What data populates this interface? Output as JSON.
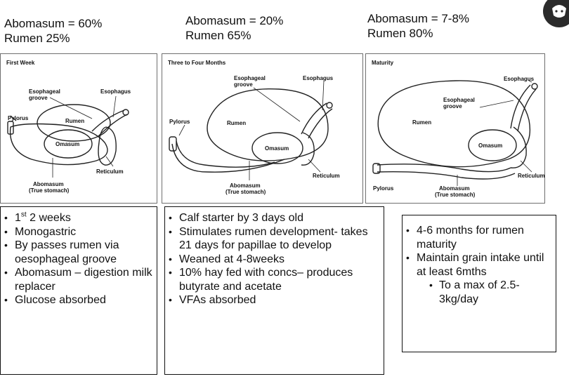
{
  "stage1": {
    "header_line1": "Abomasum = 60%",
    "header_line2": "Rumen 25%",
    "panel_title": "First Week",
    "labels": {
      "esophageal_groove": [
        "Esophageal",
        "groove"
      ],
      "esophagus": "Esophagus",
      "pylorus": "Pylorus",
      "rumen": "Rumen",
      "omasum": "Omasum",
      "reticulum": "Reticulum",
      "abomasum": [
        "Abomasum",
        "(True stomach)"
      ]
    },
    "bullets": [
      {
        "text": "1",
        "sup": "st",
        "rest": " 2 weeks"
      },
      {
        "text": "Monogastric"
      },
      {
        "text": "By passes rumen via oesophageal groove"
      },
      {
        "text": "Abomasum – digestion milk replacer"
      },
      {
        "text": "Glucose absorbed"
      }
    ]
  },
  "stage2": {
    "header_line1": "Abomasum = 20%",
    "header_line2": "Rumen 65%",
    "panel_title": "Three to Four Months",
    "labels": {
      "esophageal_groove": [
        "Esophageal",
        "groove"
      ],
      "esophagus": "Esophagus",
      "pylorus": "Pylorus",
      "rumen": "Rumen",
      "omasum": "Omasum",
      "reticulum": "Reticulum",
      "abomasum": [
        "Abomasum",
        "(True stomach)"
      ]
    },
    "bullets": [
      {
        "text": "Calf starter by 3 days old"
      },
      {
        "text": "Stimulates rumen development- takes 21 days for papillae to develop"
      },
      {
        "text": "Weaned at 4-8weeks"
      },
      {
        "text": "10% hay fed with concs– produces butyrate and acetate"
      },
      {
        "text": "VFAs absorbed"
      }
    ]
  },
  "stage3": {
    "header_line1": "Abomasum = 7-8%",
    "header_line2": "Rumen 80%",
    "panel_title": "Maturity",
    "labels": {
      "esophageal_groove": [
        "Esophageal",
        "groove"
      ],
      "esophagus": "Esophagus",
      "pylorus": "Pylorus",
      "rumen": "Rumen",
      "omasum": "Omasum",
      "reticulum": "Reticulum",
      "abomasum": [
        "Abomasum",
        "(True stomach)"
      ]
    },
    "bullets": [
      {
        "text": "4-6 months for rumen maturity"
      },
      {
        "text": "Maintain grain intake until at least 6mths"
      }
    ],
    "sub_bullets": [
      {
        "text": "To a max of 2.5-3kg/day"
      }
    ]
  }
}
